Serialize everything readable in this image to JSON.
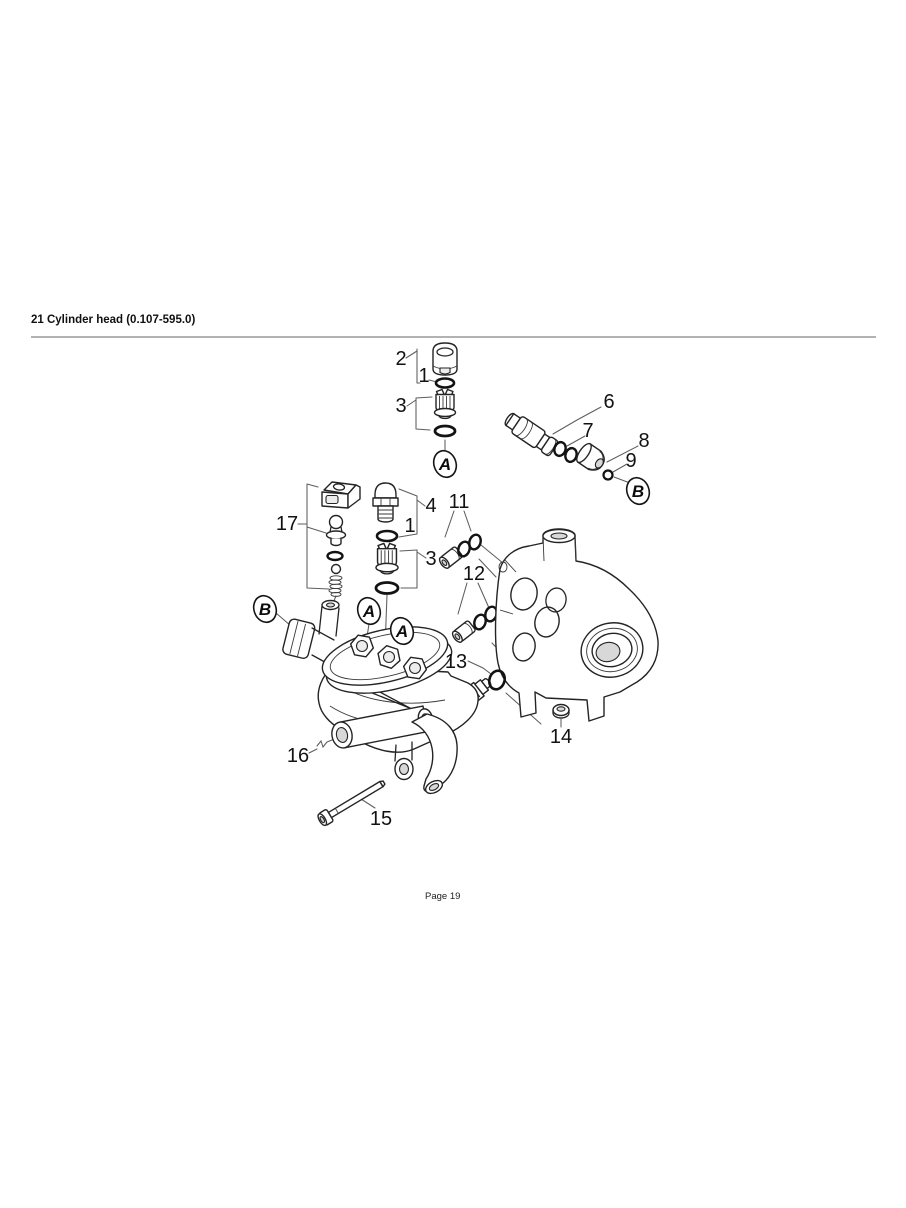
{
  "page": {
    "title": "21 Cylinder head (0.107-595.0)",
    "footer": "Page 19"
  },
  "colors": {
    "ink": "#242424",
    "rule_gray": "#b2b2b2"
  },
  "diagram": {
    "part_labels": [
      {
        "text": "2"
      },
      {
        "text": "1"
      },
      {
        "text": "3"
      },
      {
        "text": "6"
      },
      {
        "text": "7"
      },
      {
        "text": "8"
      },
      {
        "text": "9"
      },
      {
        "text": "4"
      },
      {
        "text": "1"
      },
      {
        "text": "17"
      },
      {
        "text": "11"
      },
      {
        "text": "3"
      },
      {
        "text": "12"
      },
      {
        "text": "13"
      },
      {
        "text": "14"
      },
      {
        "text": "16"
      },
      {
        "text": "15"
      }
    ],
    "callouts": [
      {
        "text": "A"
      },
      {
        "text": "B"
      },
      {
        "text": "B"
      },
      {
        "text": "A"
      },
      {
        "text": "A"
      }
    ]
  }
}
